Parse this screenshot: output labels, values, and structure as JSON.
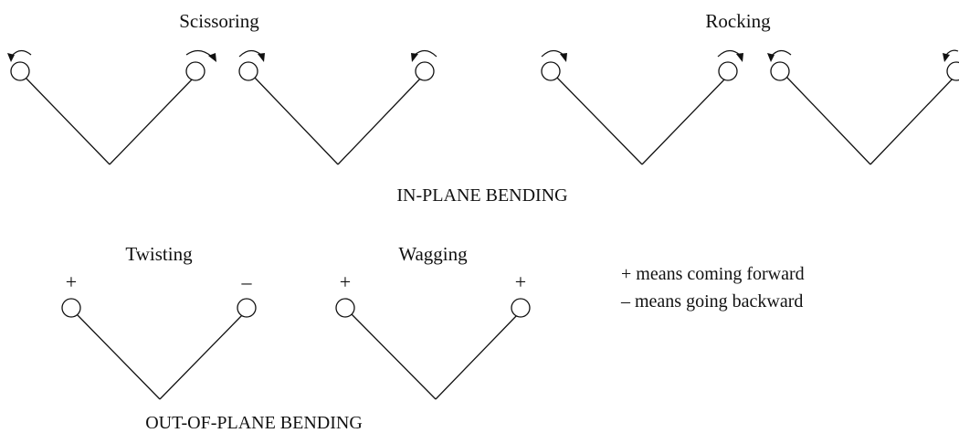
{
  "in_plane": {
    "caption": "IN-PLANE BENDING",
    "scissoring_title": "Scissoring",
    "rocking_title": "Rocking"
  },
  "out_of_plane": {
    "caption": "OUT-OF-PLANE BENDING",
    "twisting_title": "Twisting",
    "wagging_title": "Wagging",
    "twisting_left_sign": "+",
    "twisting_right_sign": "–",
    "wagging_left_sign": "+",
    "wagging_right_sign": "+"
  },
  "legend": {
    "line1": "+ means coming forward",
    "line2": "– means going backward"
  }
}
